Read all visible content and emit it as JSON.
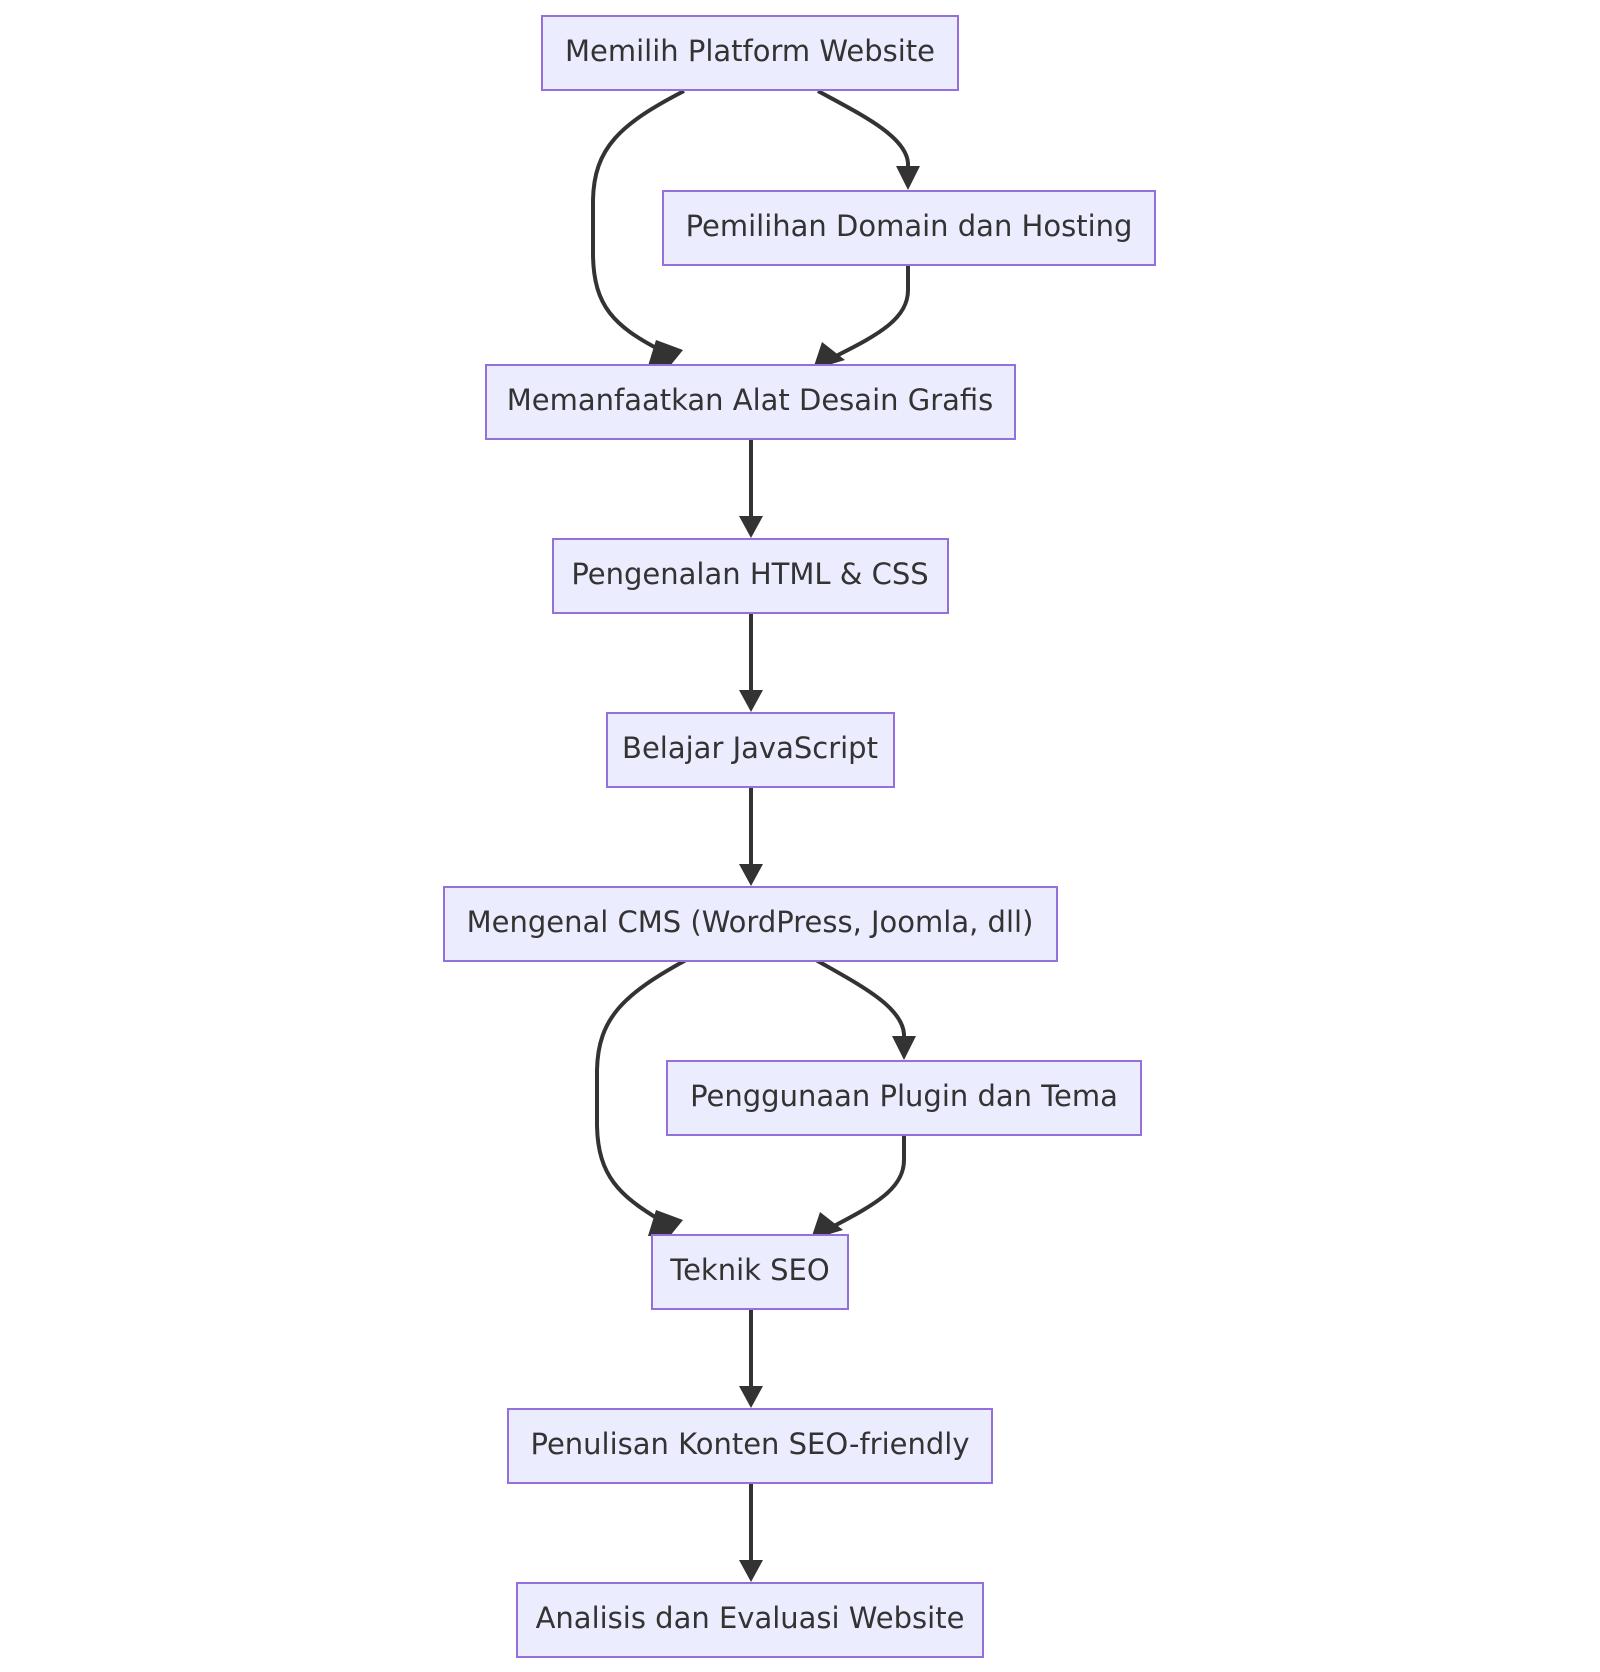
{
  "nodes": {
    "platform": "Memilih Platform Website",
    "domain": "Pemilihan Domain dan Hosting",
    "design": "Memanfaatkan Alat Desain Grafis",
    "htmlcss": "Pengenalan HTML & CSS",
    "javascript": "Belajar JavaScript",
    "cms": "Mengenal CMS (WordPress, Joomla, dll)",
    "plugin": "Penggunaan Plugin dan Tema",
    "seo": "Teknik SEO",
    "content": "Penulisan Konten SEO-friendly",
    "analysis": "Analisis dan Evaluasi Website"
  },
  "edges": [
    {
      "from": "platform",
      "to": "domain"
    },
    {
      "from": "platform",
      "to": "design"
    },
    {
      "from": "domain",
      "to": "design"
    },
    {
      "from": "design",
      "to": "htmlcss"
    },
    {
      "from": "htmlcss",
      "to": "javascript"
    },
    {
      "from": "javascript",
      "to": "cms"
    },
    {
      "from": "cms",
      "to": "plugin"
    },
    {
      "from": "cms",
      "to": "seo"
    },
    {
      "from": "plugin",
      "to": "seo"
    },
    {
      "from": "seo",
      "to": "content"
    },
    {
      "from": "content",
      "to": "analysis"
    }
  ],
  "colors": {
    "node_fill": "#ECECFF",
    "node_stroke": "#9370DB",
    "edge": "#333333",
    "text": "#333333"
  }
}
